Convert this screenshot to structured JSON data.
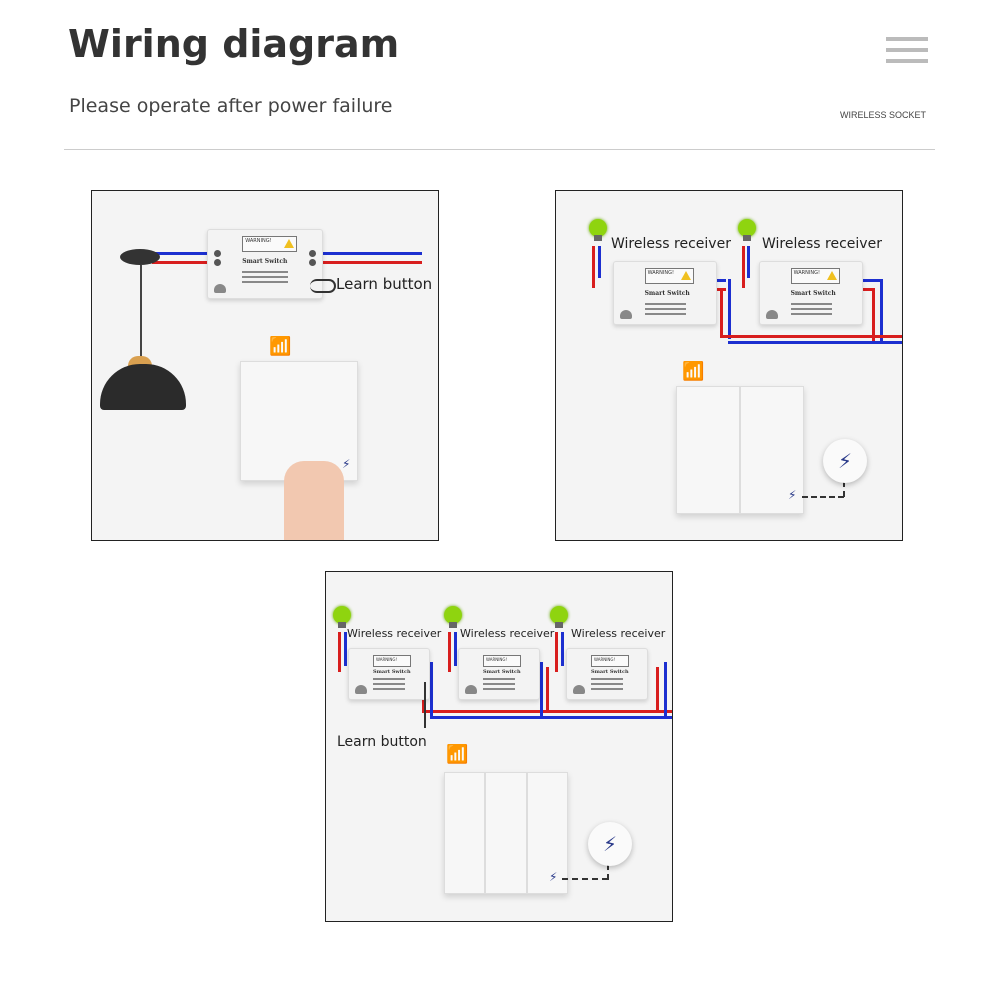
{
  "header": {
    "title": "Wiring diagram",
    "subtitle": "Please operate after power failure",
    "brand": "WIRELESS SOCKET",
    "menu_icon": "hamburger-menu-icon"
  },
  "module": {
    "warning": "WARNING!",
    "name": "Smart Switch"
  },
  "panels": [
    {
      "learn_label": "Learn button"
    },
    {
      "receiver_labels": [
        "Wireless receiver",
        "Wireless receiver"
      ]
    },
    {
      "receiver_labels": [
        "Wireless receiver",
        "Wireless receiver",
        "Wireless receiver"
      ],
      "learn_label": "Learn button"
    }
  ],
  "colors": {
    "live": "#d81e1e",
    "neutral": "#1c2fd0",
    "bulb": "#8fd40f",
    "icon": "#2a3a8a"
  }
}
